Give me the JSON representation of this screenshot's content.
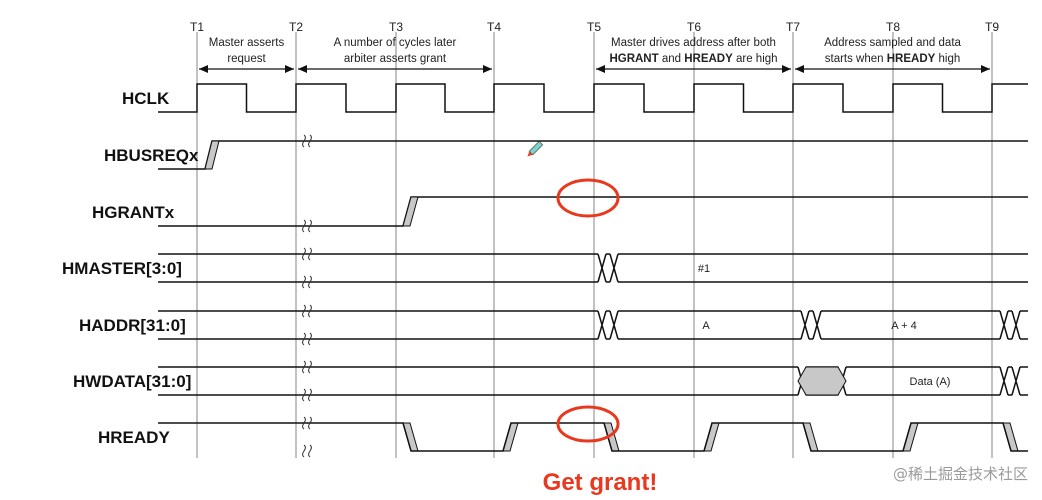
{
  "ticks": [
    "T1",
    "T2",
    "T3",
    "T4",
    "T5",
    "T6",
    "T7",
    "T8",
    "T9"
  ],
  "signals": [
    "HCLK",
    "HBUSREQx",
    "HGRANTx",
    "HMASTER[3:0]",
    "HADDR[31:0]",
    "HWDATA[31:0]",
    "HREADY"
  ],
  "annotations": [
    {
      "lines": [
        [
          {
            "t": "Master asserts"
          }
        ],
        [
          {
            "t": "request"
          }
        ]
      ]
    },
    {
      "lines": [
        [
          {
            "t": "A number of cycles later"
          }
        ],
        [
          {
            "t": "arbiter asserts grant"
          }
        ]
      ]
    },
    {
      "lines": [
        [
          {
            "t": "Master drives address after both"
          }
        ],
        [
          {
            "t": "HGRANT",
            "b": true
          },
          {
            "t": " and "
          },
          {
            "t": "HREADY",
            "b": true
          },
          {
            "t": " are high"
          }
        ]
      ]
    },
    {
      "lines": [
        [
          {
            "t": "Address sampled and data"
          }
        ],
        [
          {
            "t": "starts when "
          },
          {
            "t": "HREADY",
            "b": true
          },
          {
            "t": " high"
          }
        ]
      ]
    }
  ],
  "bus_values": {
    "hmaster": "#1",
    "haddr_a": "A",
    "haddr_a4": "A + 4",
    "hwdata": "Data (A)"
  },
  "callout": "Get grant!",
  "watermark": "@稀土掘金技术社区",
  "colors": {
    "callout": "#e8391f",
    "slope_fill": "#c8c8c8"
  },
  "pen_icon": "pen-cursor-icon"
}
